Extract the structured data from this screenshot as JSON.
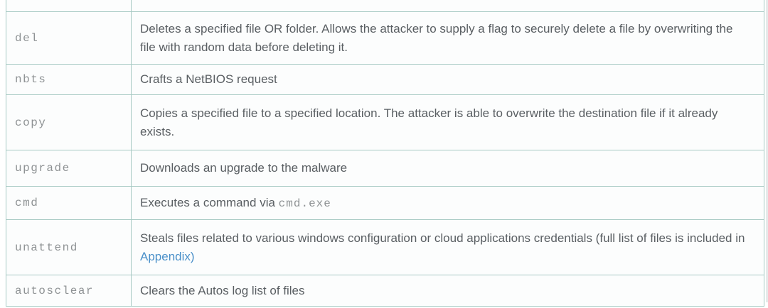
{
  "table": {
    "rows": [
      {
        "command": "del",
        "description": "Deletes a specified file OR folder. Allows the attacker to supply a flag to securely delete a file by overwriting the file with random data before deleting it."
      },
      {
        "command": "nbts",
        "description": "Crafts a NetBIOS request"
      },
      {
        "command": "copy",
        "description": "Copies a specified file to a specified location. The attacker is able to overwrite the destination file if it already exists."
      },
      {
        "command": "upgrade",
        "description": "Downloads an upgrade to the malware"
      },
      {
        "command": "cmd",
        "description_prefix": "Executes a command via ",
        "description_code": "cmd.exe"
      },
      {
        "command": "unattend",
        "description_prefix": "Steals files related to various windows configuration or cloud applications credentials (full list of files is included in ",
        "link_text": "Appendix)"
      },
      {
        "command": "autosclear",
        "description": "Clears the Autos log list of files"
      }
    ]
  },
  "colors": {
    "border": "#a6c9c3",
    "cell_background": "#fcfdfd",
    "description_text": "#595e62",
    "command_text": "#8e9294",
    "link": "#4a90c9"
  }
}
